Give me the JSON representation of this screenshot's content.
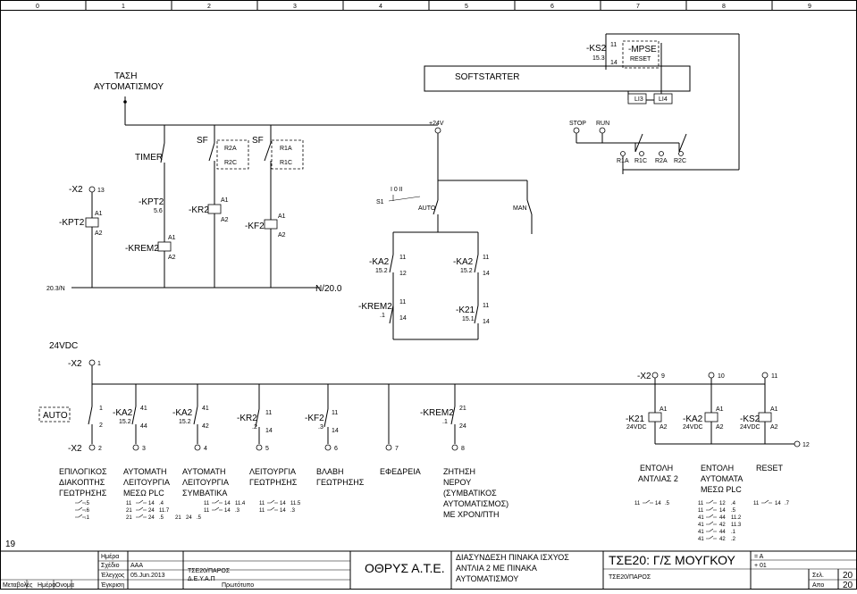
{
  "ruler": {
    "marks": [
      "0",
      "1",
      "2",
      "3",
      "4",
      "5",
      "6",
      "7",
      "8",
      "9"
    ]
  },
  "header": {
    "left_title_1": "ΤΑΣΗ",
    "left_title_2": "ΑΥΤΟΜΑΤΙΣΜΟΥ",
    "softstarter": "SOFTSTARTER",
    "ks2": "-KS2",
    "ks2_ref": "15.3",
    "mpse": "-MPSE",
    "reset": "RESET",
    "n11": "11",
    "n14": "14",
    "li3": "LI3",
    "li4": "LI4",
    "plus24": "+24V",
    "stop": "STOP",
    "run": "RUN",
    "r1a": "R1A",
    "r1c": "R1C",
    "r2a": "R2A",
    "r2c": "R2C"
  },
  "upper": {
    "timer": "TIMER",
    "sf1": "SF",
    "sf2": "SF",
    "r2a": "R2A",
    "r2c": "R2C",
    "r1a": "R1A",
    "r1c": "R1C",
    "x2": "-X2",
    "x2_13": "13",
    "kpt2": "-KPT2",
    "kpt2_ref": "5.6",
    "kpt2_coil": "-KPT2",
    "krem2_coil": "-KREM2",
    "kr2": "-KR2",
    "kf2": "-KF2",
    "a1": "A1",
    "a2": "A2",
    "s1": "S1",
    "s1_pos": "I 0 II",
    "auto": "AUTO",
    "man": "MAN",
    "ka2": "-KA2",
    "ref152": "15.2",
    "n11": "11",
    "n12": "12",
    "n14": "14",
    "krem2": "-KREM2",
    "ref1": ".1",
    "k21": "-K21",
    "ref151": "15.1",
    "nl": "20.3/N",
    "nr": "N/20.0"
  },
  "lower": {
    "vdc": "24VDC",
    "x2": "-X2",
    "one": "1",
    "x2_9": "9",
    "c10": "10",
    "c11": "11",
    "auto": "AUTO",
    "n1": "1",
    "n2": "2",
    "ka2": "-KA2",
    "ref152": "15.2",
    "n41": "41",
    "n44": "44",
    "n42": "42",
    "kr2": "-KR2",
    "ref2": ".2",
    "n11": "11",
    "n14": "14",
    "kf2": "-KF2",
    "ref3": ".3",
    "krem2": "-KREM2",
    "ref1": ".1",
    "n21": "21",
    "n24": "24",
    "k21": "-K21",
    "ka2b": "-KA2",
    "ks2": "-KS2",
    "a1": "A1",
    "a2": "A2",
    "vdc_short": "24VDC",
    "t2": "2",
    "t3": "3",
    "t4": "4",
    "t5": "5",
    "t6": "6",
    "t7": "7",
    "t8": "8",
    "t12": "12"
  },
  "legend": {
    "c1": [
      "ΕΠΙΛΟΓΙΚΟΣ",
      "ΔΙΑΚΟΠΤΗΣ",
      "ΓΕΩΤΡΗΣΗΣ"
    ],
    "c2": [
      "ΑΥΤΟΜΑΤΗ",
      "ΛΕΙΤΟΥΡΓΙΑ",
      "ΜΕΣΩ PLC"
    ],
    "c3": [
      "ΑΥΤΟΜΑΤΗ",
      "ΛΕΙΤΟΥΡΓΙΑ",
      "ΣΥΜΒΑΤΙΚΑ"
    ],
    "c4": [
      "ΛΕΙΤΟΥΡΓΙΑ",
      "ΓΕΩΤΡΗΣΗΣ"
    ],
    "c5": [
      "ΒΛΑΒΗ",
      "ΓΕΩΤΡΗΣΗΣ"
    ],
    "c6": [
      "ΕΦΕΔΡΕΙΑ"
    ],
    "c7": [
      "ΖΗΤΗΣΗ",
      "ΝΕΡΟΥ",
      "(ΣΥΜΒΑΤΙΚΟΣ",
      "ΑΥΤΟΜΑΤΙΣΜΟΣ)",
      "ΜΕ ΧΡΟΝ/ΠΤΗ"
    ],
    "c8": [
      "ΕΝΤΟΛΗ",
      "ΑΝΤΛΙΑΣ 2"
    ],
    "c9": [
      "ΕΝΤΟΛΗ",
      "ΑΥΤΟΜΑΤΑ",
      "ΜΕΣΩ PLC"
    ],
    "c10": [
      "RESET"
    ],
    "x1": [
      ".5",
      ".6",
      ".1"
    ],
    "x2l": [
      "11",
      "21",
      "21"
    ],
    "x2r": [
      "14",
      ".4",
      "24",
      "11.7",
      "24",
      ".5"
    ],
    "x3": [
      "11",
      "14",
      "11.4",
      "11",
      "14",
      ".3"
    ],
    "x4": [
      "11",
      "14",
      "11.5",
      "11",
      "14",
      ".3"
    ],
    "x8": [
      "11",
      "14",
      ".5"
    ],
    "x9l": [
      "11",
      "11",
      "41",
      "41",
      "41",
      "41"
    ],
    "x9m": [
      "12",
      "14",
      "44",
      "42",
      "44",
      "42"
    ],
    "x9r": [
      ".4",
      ".5",
      "11.2",
      "11.3",
      ".1",
      ".2"
    ],
    "x10": [
      "11",
      "14",
      ".7"
    ],
    "sheet19": "19"
  },
  "titleblock": {
    "hmera": "Ημέρα",
    "sxedio": "Σχέδιο",
    "elegxos": "Έλεγχος",
    "egkrisi": "Έγκριση",
    "metaboles": "Μεταβολές",
    "hmera2": "Ημέρα",
    "onoma": "Ονομα",
    "aaa": "AAA",
    "date": "05.Jun.2013",
    "tse20": "ΤΣΕ20/ΠΑΡΟΣ",
    "deya": "Δ.Ε.Υ.Α.Π",
    "prototypo": "Πρωτότυπο",
    "othrys": "ΟΘΡΥΣ Α.Τ.Ε.",
    "desc": [
      "ΔΙΑΣΥΝΔΕΣΗ ΠΙΝΑΚΑ ΙΣΧΥΟΣ",
      "ΑΝΤΛΙΑ 2 ΜΕ ΠΙΝΑΚΑ",
      "ΑΥΤΟΜΑΤΙΣΜΟΥ"
    ],
    "main": "ΤΣΕ20: Γ/Σ ΜΟΥΓΚΟΥ",
    "sub": "ΤΣΕ20/ΠΑΡΟΣ",
    "eqa": "= A",
    "p01": "+ 01",
    "sel": "Σελ.",
    "sel_v": "20",
    "apo": "Απο",
    "apo_v": "20"
  }
}
